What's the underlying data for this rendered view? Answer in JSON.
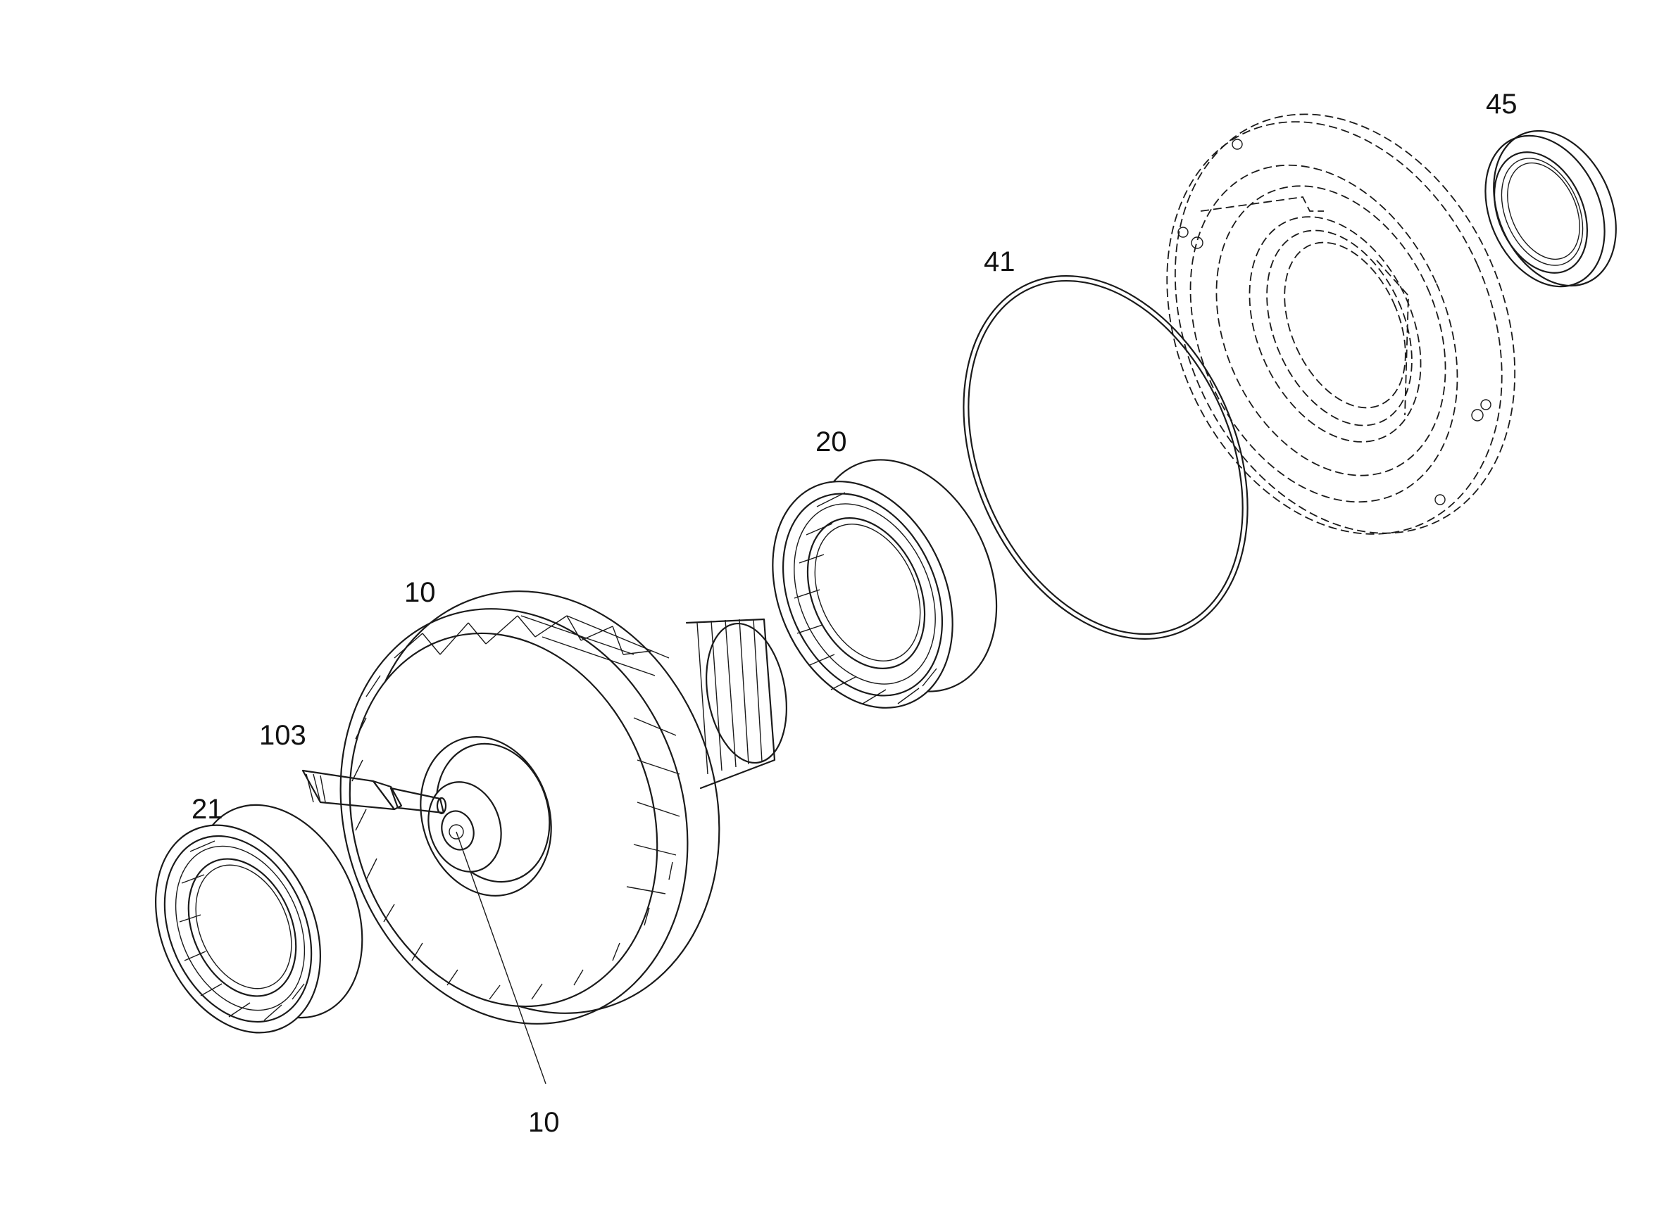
{
  "callouts": {
    "c45": "45",
    "c41": "41",
    "c20": "20",
    "c10_gear": "10",
    "c103": "103",
    "c21": "21",
    "c10_shaft": "10"
  },
  "colors": {
    "ink": "#1a1a1a",
    "paper": "#ffffff"
  }
}
